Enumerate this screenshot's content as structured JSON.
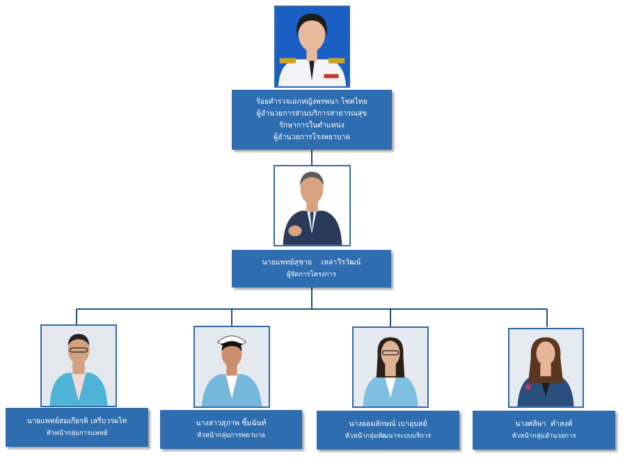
{
  "director": {
    "photo_label": "portrait of woman in white uniform",
    "lines": [
      "ร้อยตำรวจเอกหญิงพรพนา โชคไทย",
      "ผู้อำนวยการส่วนบริการสาธารณสุข",
      "รักษาการในตำแหน่ง",
      "ผู้อำนวยการโรงพยาบาล"
    ]
  },
  "manager": {
    "photo_label": "portrait of man in dark suit",
    "name": "นายแพทย์สุชาย    เหล่าวีรวัฒน์",
    "title": "ผู้จัดการโครงการ"
  },
  "heads": [
    {
      "name": "นายแพทย์สมเกียรติ เสรีบวรผไท",
      "title": "หัวหน้ากลุ่มการแพทย์",
      "photo_label": "portrait of man in light blue jacket"
    },
    {
      "name": "นางสาวสุภาพ ชิ้มฉันท์",
      "title": "หัวหน้ากลุ่มการพยาบาล",
      "photo_label": "portrait of nurse in light blue jacket"
    },
    {
      "name": "นางออมลักษณ์ เบาอุบลย์",
      "title": "หัวหน้ากลุ่มพัฒนาระบบบริการ",
      "photo_label": "portrait of woman with glasses in light blue jacket"
    },
    {
      "name": "นางศลิษา  คำสงค์",
      "title": "หัวหน้ากลุ่มอำนวยการ",
      "photo_label": "portrait of woman in dark blue jacket"
    }
  ],
  "colors": {
    "box": "#2e6daf",
    "line": "#1f4f86",
    "photo_border": "#2f6aa6"
  }
}
